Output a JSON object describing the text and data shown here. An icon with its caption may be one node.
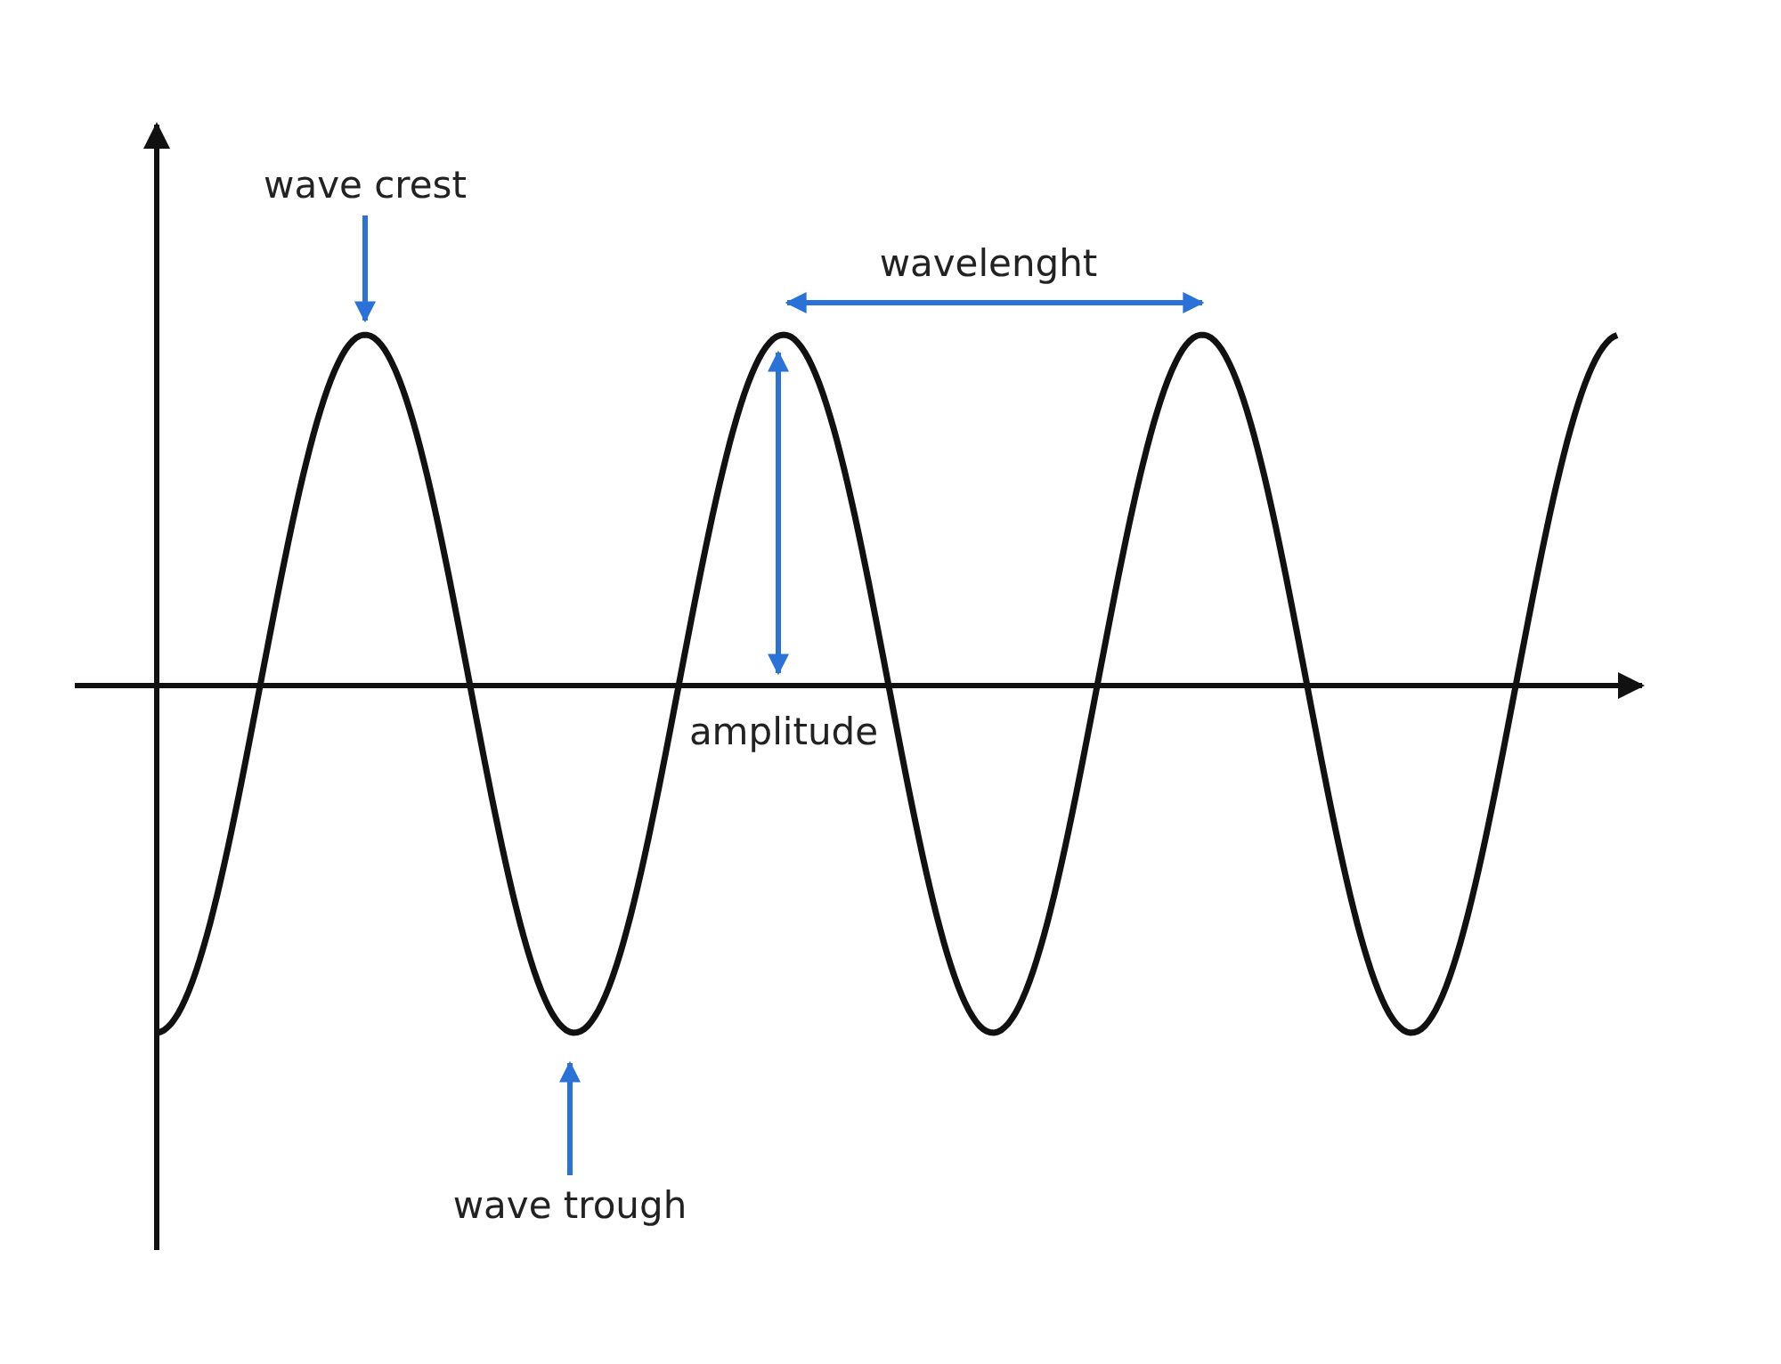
{
  "diagram": {
    "nodes": [
      {
        "text": [
          "wave crest"
        ]
      },
      {
        "text": [
          "wave trough"
        ]
      }
    ],
    "edges": [
      {
        "from": 0,
        "to": null,
        "arrow": "to"
      },
      {
        "from": 1,
        "to": null,
        "arrow": "to"
      }
    ],
    "labels": [
      "wavelenght",
      "amplitude"
    ]
  }
}
